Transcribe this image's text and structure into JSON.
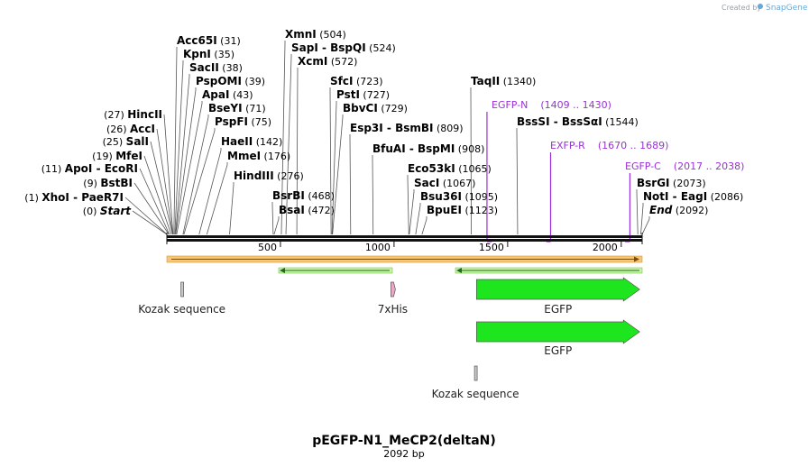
{
  "credit": {
    "prefix": "Created by",
    "brand": "SnapGene"
  },
  "map": {
    "title": "pEGFP-N1_MeCP2(deltaN)",
    "length_label": "2092 bp",
    "length": 2092,
    "ticks": [
      500,
      1000,
      1500,
      2000
    ]
  },
  "sites_left": [
    {
      "pre": "(27)",
      "names": [
        "HincII"
      ],
      "pos": 27
    },
    {
      "pre": "(26)",
      "names": [
        "AccI"
      ],
      "pos": 26
    },
    {
      "pre": "(25)",
      "names": [
        "SalI"
      ],
      "pos": 25
    },
    {
      "pre": "(19)",
      "names": [
        "MfeI"
      ],
      "pos": 19
    },
    {
      "pre": "(11)",
      "names": [
        "ApoI",
        "EcoRI"
      ],
      "pos": 11
    },
    {
      "pre": "(9)",
      "names": [
        "BstBI"
      ],
      "pos": 9
    },
    {
      "pre": "(1)",
      "names": [
        "XhoI",
        "PaeR7I"
      ],
      "pos": 1
    },
    {
      "pre": "(0)",
      "names": [
        "Start"
      ],
      "pos": 0,
      "italic": true
    }
  ],
  "sites_right": [
    {
      "names": [
        "Acc65I"
      ],
      "post": "(31)",
      "pos": 31
    },
    {
      "names": [
        "KpnI"
      ],
      "post": "(35)",
      "pos": 35
    },
    {
      "names": [
        "SacII"
      ],
      "post": "(38)",
      "pos": 38
    },
    {
      "names": [
        "PspOMI"
      ],
      "post": "(39)",
      "pos": 39
    },
    {
      "names": [
        "ApaI"
      ],
      "post": "(43)",
      "pos": 43
    },
    {
      "names": [
        "BseYI"
      ],
      "post": "(71)",
      "pos": 71
    },
    {
      "names": [
        "PspFI"
      ],
      "post": "(75)",
      "pos": 75
    },
    {
      "names": [
        "HaeII"
      ],
      "post": "(142)",
      "pos": 142
    },
    {
      "names": [
        "MmeI"
      ],
      "post": "(176)",
      "pos": 176
    },
    {
      "names": [
        "HindIII"
      ],
      "post": "(276)",
      "pos": 276
    },
    {
      "names": [
        "XmnI"
      ],
      "post": "(504)",
      "pos": 504
    },
    {
      "names": [
        "SapI",
        "BspQI"
      ],
      "post": "(524)",
      "pos": 524
    },
    {
      "names": [
        "XcmI"
      ],
      "post": "(572)",
      "pos": 572
    },
    {
      "names": [
        "BsrBI"
      ],
      "post": "(468)",
      "pos": 468
    },
    {
      "names": [
        "BsaI"
      ],
      "post": "(472)",
      "pos": 472
    },
    {
      "names": [
        "SfcI"
      ],
      "post": "(723)",
      "pos": 723
    },
    {
      "names": [
        "PstI"
      ],
      "post": "(727)",
      "pos": 727
    },
    {
      "names": [
        "BbvCI"
      ],
      "post": "(729)",
      "pos": 729
    },
    {
      "names": [
        "Esp3I",
        "BsmBI"
      ],
      "post": "(809)",
      "pos": 809
    },
    {
      "names": [
        "BfuAI",
        "BspMI"
      ],
      "post": "(908)",
      "pos": 908
    },
    {
      "names": [
        "TaqII"
      ],
      "post": "(1340)",
      "pos": 1340
    },
    {
      "names": [
        "Eco53kI"
      ],
      "post": "(1065)",
      "pos": 1065
    },
    {
      "names": [
        "SacI"
      ],
      "post": "(1067)",
      "pos": 1067
    },
    {
      "names": [
        "Bsu36I"
      ],
      "post": "(1095)",
      "pos": 1095
    },
    {
      "names": [
        "BpuEI"
      ],
      "post": "(1123)",
      "pos": 1123
    },
    {
      "names": [
        "BssSI",
        "BssSαI"
      ],
      "post": "(1544)",
      "pos": 1544
    },
    {
      "names": [
        "BsrGI"
      ],
      "post": "(2073)",
      "pos": 2073
    },
    {
      "names": [
        "NotI",
        "EagI"
      ],
      "post": "(2086)",
      "pos": 2086
    },
    {
      "names": [
        "End"
      ],
      "post": "(2092)",
      "pos": 2092,
      "italic": true
    }
  ],
  "primers": [
    {
      "name": "EGFP-N",
      "range": "(1409 .. 1430)",
      "start": 1409,
      "end": 1430,
      "direction": "forward"
    },
    {
      "name": "EXFP-R",
      "range": "(1670 .. 1689)",
      "start": 1670,
      "end": 1689,
      "direction": "reverse"
    },
    {
      "name": "EGFP-C",
      "range": "(2017 .. 2038)",
      "start": 2017,
      "end": 2038,
      "direction": "reverse"
    }
  ],
  "features": [
    {
      "name": "Kozak sequence",
      "start": 62,
      "end": 71,
      "color": "#c8c8c8",
      "shape": "box",
      "row": 1
    },
    {
      "name": "7xHis",
      "start": 986,
      "end": 1006,
      "color": "#e9a8c8",
      "shape": "arrow",
      "row": 1
    },
    {
      "name": "EGFP",
      "start": 1363,
      "end": 2081,
      "color": "#1ee61e",
      "shape": "arrow",
      "row": 1
    },
    {
      "name": "EGFP",
      "start": 1363,
      "end": 2081,
      "color": "#1ee61e",
      "shape": "arrow",
      "row": 2
    },
    {
      "name": "Kozak sequence",
      "start": 1354,
      "end": 1363,
      "color": "#c8c8c8",
      "shape": "box",
      "row": 3
    }
  ],
  "colors": {
    "backbone": "#111111",
    "orange_band": "#f6c67a",
    "orange_edge": "#d89a30",
    "green_band": "#c6f5a6",
    "primer": "#9b30d9",
    "egfp": "#1ee61e"
  }
}
